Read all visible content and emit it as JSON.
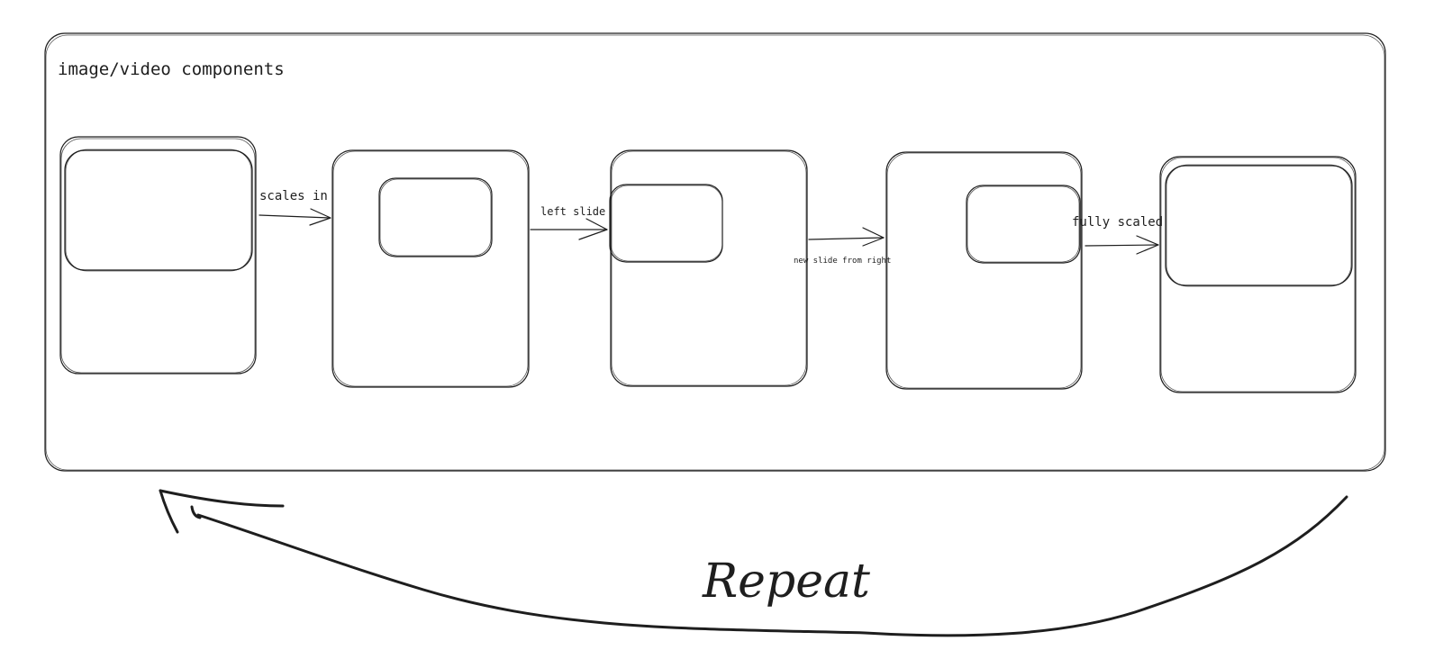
{
  "diagram": {
    "container_label": "image/video components",
    "transitions": [
      "scales in",
      "left slide",
      "new slide from right",
      "fully scaled"
    ],
    "loop_label": "Repeat",
    "stroke_color": "#1e1e1e",
    "background": "#ffffff"
  }
}
